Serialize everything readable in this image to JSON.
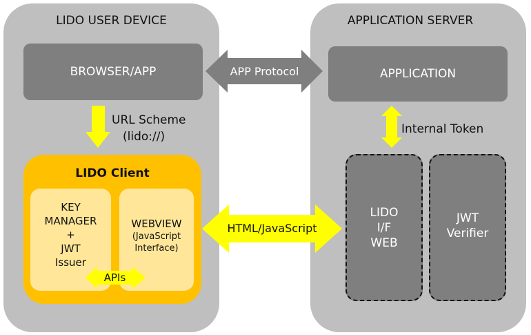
{
  "device": {
    "title": "LIDO USER DEVICE",
    "browser": "BROWSER/APP",
    "url_scheme_line1": "URL Scheme",
    "url_scheme_line2": "(lido://)",
    "client": {
      "title": "LIDO Client",
      "key_manager": [
        "KEY",
        "MANAGER",
        "+",
        "JWT",
        "Issuer"
      ],
      "webview_title": "WEBVIEW",
      "webview_sub": [
        "(JavaScript",
        "Interface)"
      ],
      "apis": "APIs"
    }
  },
  "server": {
    "title": "APPLICATION SERVER",
    "application": "APPLICATION",
    "internal_token": "Internal Token",
    "lido_if_web": [
      "LIDO",
      "I/F",
      "WEB"
    ],
    "jwt_verifier": [
      "JWT",
      "Verifier"
    ]
  },
  "arrows": {
    "app_protocol": "APP Protocol",
    "html_js": "HTML/JavaScript"
  },
  "colors": {
    "panel": "#bfbfbf",
    "box": "#7f7f7f",
    "client": "#ffc000",
    "inner": "#ffe699",
    "arrow_yellow": "#ffff00"
  }
}
